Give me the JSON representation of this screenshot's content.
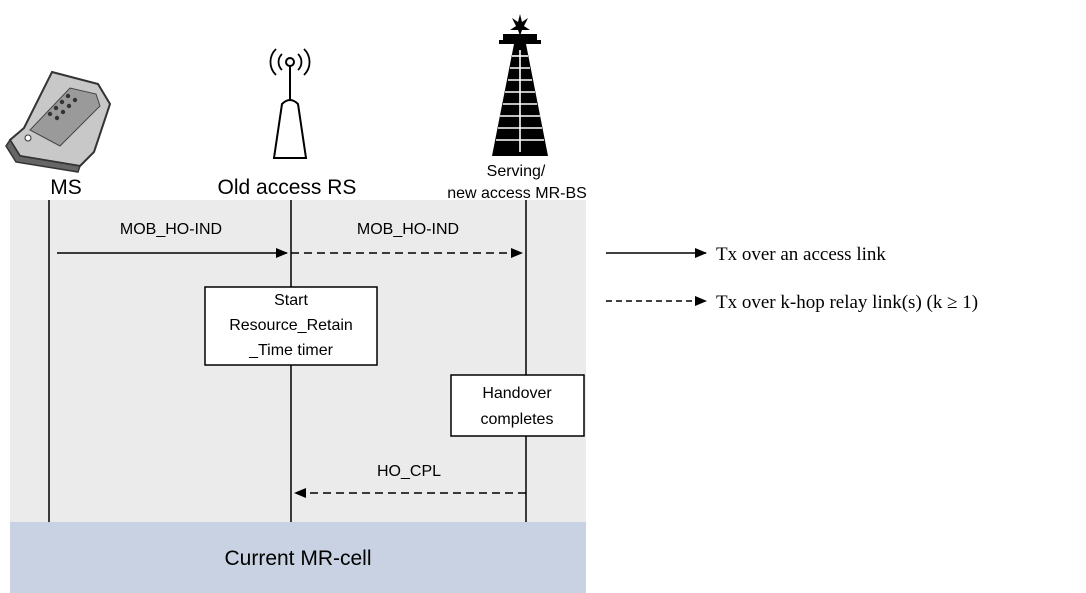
{
  "entities": [
    {
      "id": "ms",
      "label": "MS",
      "icon": "mobile-phone-icon"
    },
    {
      "id": "rs",
      "label": "Old access RS",
      "icon": "relay-station-antenna-icon"
    },
    {
      "id": "bs",
      "label_line1": "Serving/",
      "label_line2": "new access MR-BS",
      "icon": "base-station-tower-icon"
    }
  ],
  "messages": [
    {
      "label": "MOB_HO-IND",
      "from": "ms",
      "to": "rs",
      "link": "access"
    },
    {
      "label": "MOB_HO-IND",
      "from": "rs",
      "to": "bs",
      "link": "relay"
    },
    {
      "label": "HO_CPL",
      "from": "bs",
      "to": "rs",
      "link": "relay"
    }
  ],
  "actions": [
    {
      "entity": "rs",
      "lines": [
        "Start",
        "Resource_Retain",
        "_Time timer"
      ]
    },
    {
      "entity": "bs",
      "lines": [
        "Handover",
        "completes"
      ]
    }
  ],
  "footer": {
    "label": "Current MR-cell"
  },
  "legend": {
    "access": "Tx over an access link",
    "relay": "Tx over k-hop relay link(s) (k ≥ 1)"
  },
  "colors": {
    "panel_background": "#ebebeb",
    "footer_background": "#c8d2e2",
    "line": "#000000"
  }
}
